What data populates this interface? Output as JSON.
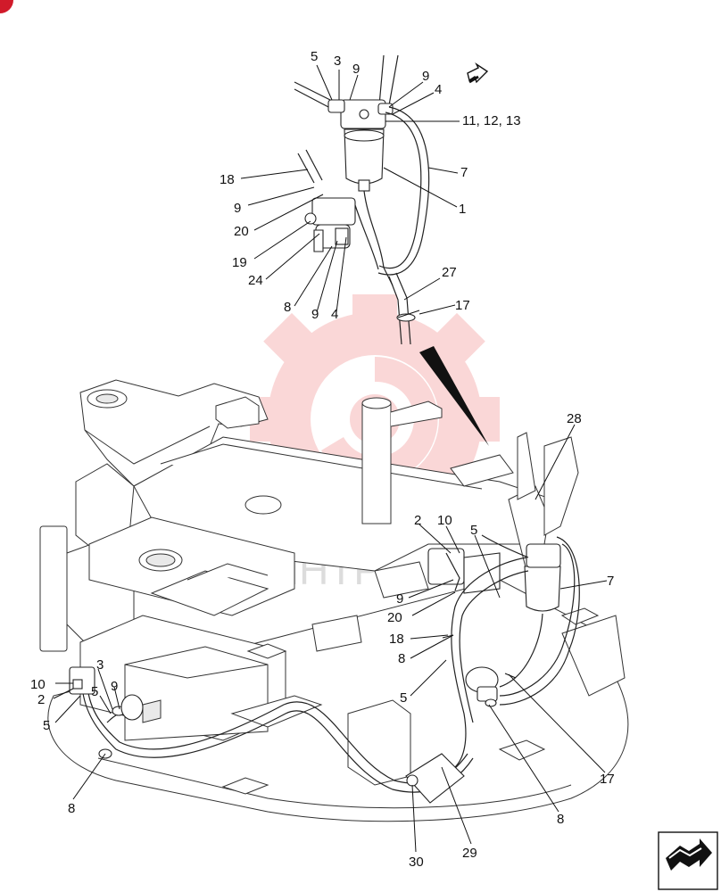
{
  "watermark": {
    "text": "ИНТР",
    "color": "#f4a6a6"
  },
  "labels": [
    {
      "id": "l5a",
      "text": "5"
    },
    {
      "id": "l3a",
      "text": "3"
    },
    {
      "id": "l9a",
      "text": "9"
    },
    {
      "id": "l9b",
      "text": "9"
    },
    {
      "id": "l4a",
      "text": "4"
    },
    {
      "id": "l111213",
      "text": "11, 12, 13"
    },
    {
      "id": "l7a",
      "text": "7"
    },
    {
      "id": "l18a",
      "text": "18"
    },
    {
      "id": "l1",
      "text": "1"
    },
    {
      "id": "l9c",
      "text": "9"
    },
    {
      "id": "l20a",
      "text": "20"
    },
    {
      "id": "l19",
      "text": "19"
    },
    {
      "id": "l24",
      "text": "24"
    },
    {
      "id": "l27",
      "text": "27"
    },
    {
      "id": "l17a",
      "text": "17"
    },
    {
      "id": "l8a",
      "text": "8"
    },
    {
      "id": "l9d",
      "text": "9"
    },
    {
      "id": "l4b",
      "text": "4"
    },
    {
      "id": "l28",
      "text": "28"
    },
    {
      "id": "l2a",
      "text": "2"
    },
    {
      "id": "l10a",
      "text": "10"
    },
    {
      "id": "l5b",
      "text": "5"
    },
    {
      "id": "l7b",
      "text": "7"
    },
    {
      "id": "l9e",
      "text": "9"
    },
    {
      "id": "l20b",
      "text": "20"
    },
    {
      "id": "l18b",
      "text": "18"
    },
    {
      "id": "l8b",
      "text": "8"
    },
    {
      "id": "l5c",
      "text": "5"
    },
    {
      "id": "l10b",
      "text": "10"
    },
    {
      "id": "l3b",
      "text": "3"
    },
    {
      "id": "l9f",
      "text": "9"
    },
    {
      "id": "l2b",
      "text": "2"
    },
    {
      "id": "l5d",
      "text": "5"
    },
    {
      "id": "l5e",
      "text": "5"
    },
    {
      "id": "l8c",
      "text": "8"
    },
    {
      "id": "l17b",
      "text": "17"
    },
    {
      "id": "l8d",
      "text": "8"
    },
    {
      "id": "l30",
      "text": "30"
    },
    {
      "id": "l29",
      "text": "29"
    }
  ]
}
